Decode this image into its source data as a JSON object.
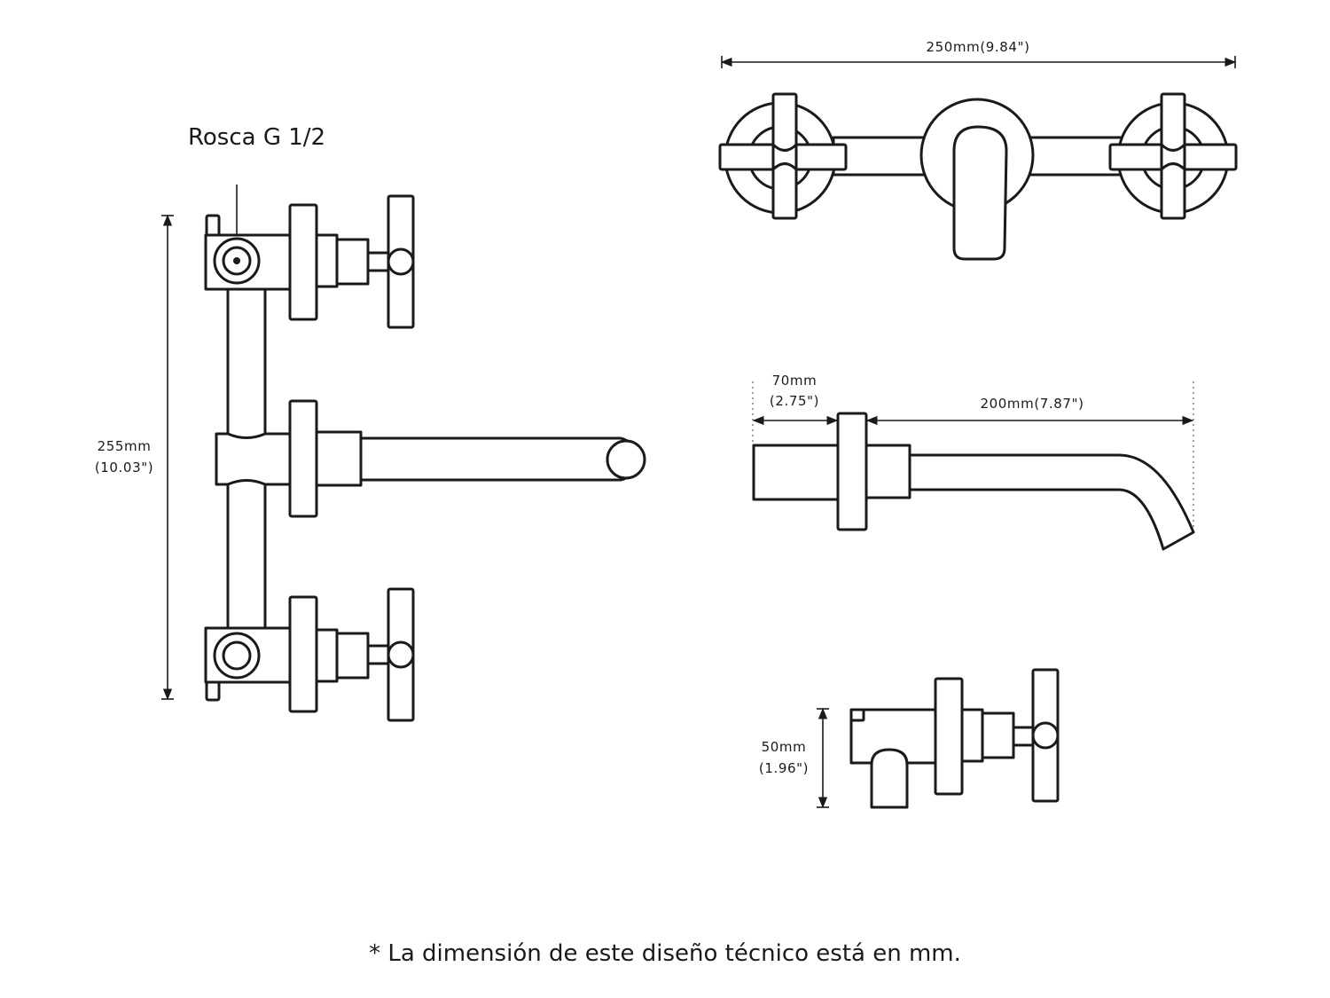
{
  "labels": {
    "thread": "Rosca G 1/2",
    "height_mm": "255mm",
    "height_in": "(10.03\")",
    "width_total": "250mm(9.84\")",
    "depth_mm": "70mm",
    "depth_in": "(2.75\")",
    "spout_reach": "200mm(7.87\")",
    "side_height_mm": "50mm",
    "side_height_in": "(1.96\")"
  },
  "footnote": "* La dimensión de este diseño técnico está en mm."
}
